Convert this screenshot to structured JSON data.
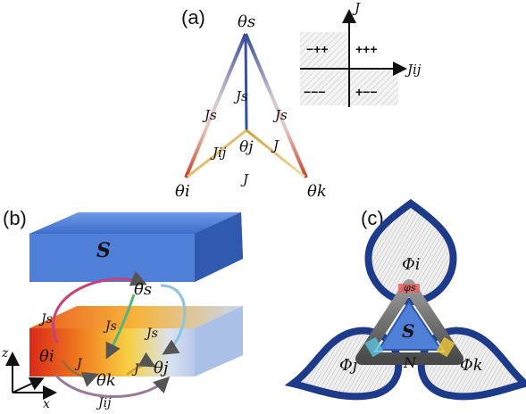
{
  "panel_a": {
    "label": "(a)",
    "nodes": {
      "top": "θs",
      "left": "θi",
      "right": "θk",
      "center": "θj"
    },
    "edges": {
      "left": "Js",
      "right": "Js",
      "bottom": "J",
      "center_vertical": "Js",
      "center_left": "Jij",
      "center_right": "J"
    },
    "quadrant": {
      "y_axis_label": "J",
      "x_axis_label": "Jij",
      "signs": [
        "−++",
        "+++",
        "−−−",
        "+−−"
      ]
    }
  },
  "panel_b": {
    "label": "(b)",
    "top_block_symbol": "S",
    "nodes": {
      "s": "θs",
      "i": "θi",
      "k": "θk",
      "j": "θj"
    },
    "couplings": {
      "js1": "Js",
      "js2": "Js",
      "js3": "Js",
      "j1": "J",
      "j2": "J",
      "jij": "Jij"
    },
    "axes": {
      "z": "z",
      "x": "x"
    }
  },
  "panel_c": {
    "label": "(c)",
    "loops": {
      "i": "Φi",
      "j": "Φj",
      "k": "Φk"
    },
    "center": "S",
    "bottom": "N",
    "phi_s": "φs"
  },
  "colors": {
    "blue_block": "#4f7fd6",
    "hot_block": "#e8501a",
    "triangle_red": "#c9452a",
    "triangle_blue": "#3c4f9a"
  }
}
